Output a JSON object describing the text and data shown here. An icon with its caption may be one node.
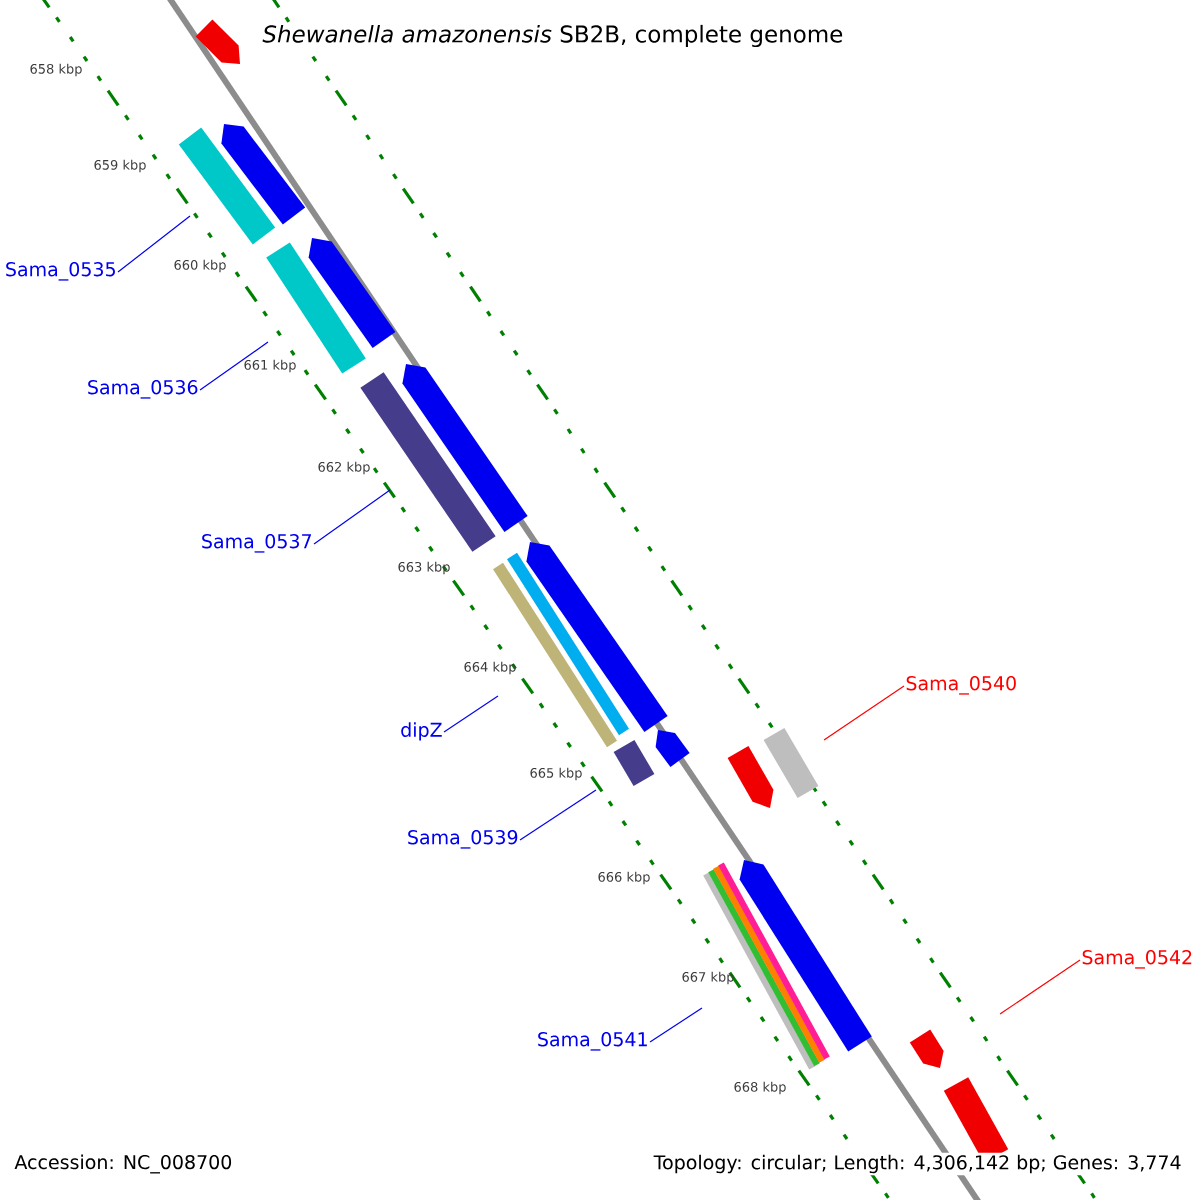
{
  "diagram": {
    "title": "*Shewanella amazonensis* SB2B, complete genome",
    "nodes": [
      {
        "text": [
          "Sama_0535"
        ]
      },
      {
        "text": [
          "Sama_0536"
        ]
      },
      {
        "text": [
          "Sama_0537"
        ]
      },
      {
        "text": [
          "dipZ"
        ]
      },
      {
        "text": [
          "Sama_0539"
        ]
      },
      {
        "text": [
          "Sama_0540"
        ]
      },
      {
        "text": [
          "Sama_0542"
        ]
      },
      {
        "text": [
          "Sama_0541"
        ]
      }
    ],
    "edges": [
      {
        "from": 0,
        "to": null,
        "arrow": "none"
      },
      {
        "from": 1,
        "to": null,
        "arrow": "none"
      },
      {
        "from": 2,
        "to": null,
        "arrow": "none"
      },
      {
        "from": 3,
        "to": null,
        "arrow": "none"
      },
      {
        "from": 4,
        "to": null,
        "arrow": "none"
      },
      {
        "from": 5,
        "to": null,
        "arrow": "none",
        "color": "#ff0000"
      },
      {
        "from": 6,
        "to": null,
        "arrow": "none",
        "color": "#ff0000"
      },
      {
        "from": 7,
        "to": null,
        "arrow": "none"
      }
    ],
    "labels": [
      "658 kbp",
      "659 kbp",
      "660 kbp",
      "661 kbp",
      "662 kbp",
      "663 kbp",
      "664 kbp",
      "665 kbp",
      "666 kbp",
      "667 kbp",
      "668 kbp",
      "Accession: NC_008700",
      "Topology: circular; Length: 4,306,142 bp; Genes: 3,774"
    ]
  }
}
